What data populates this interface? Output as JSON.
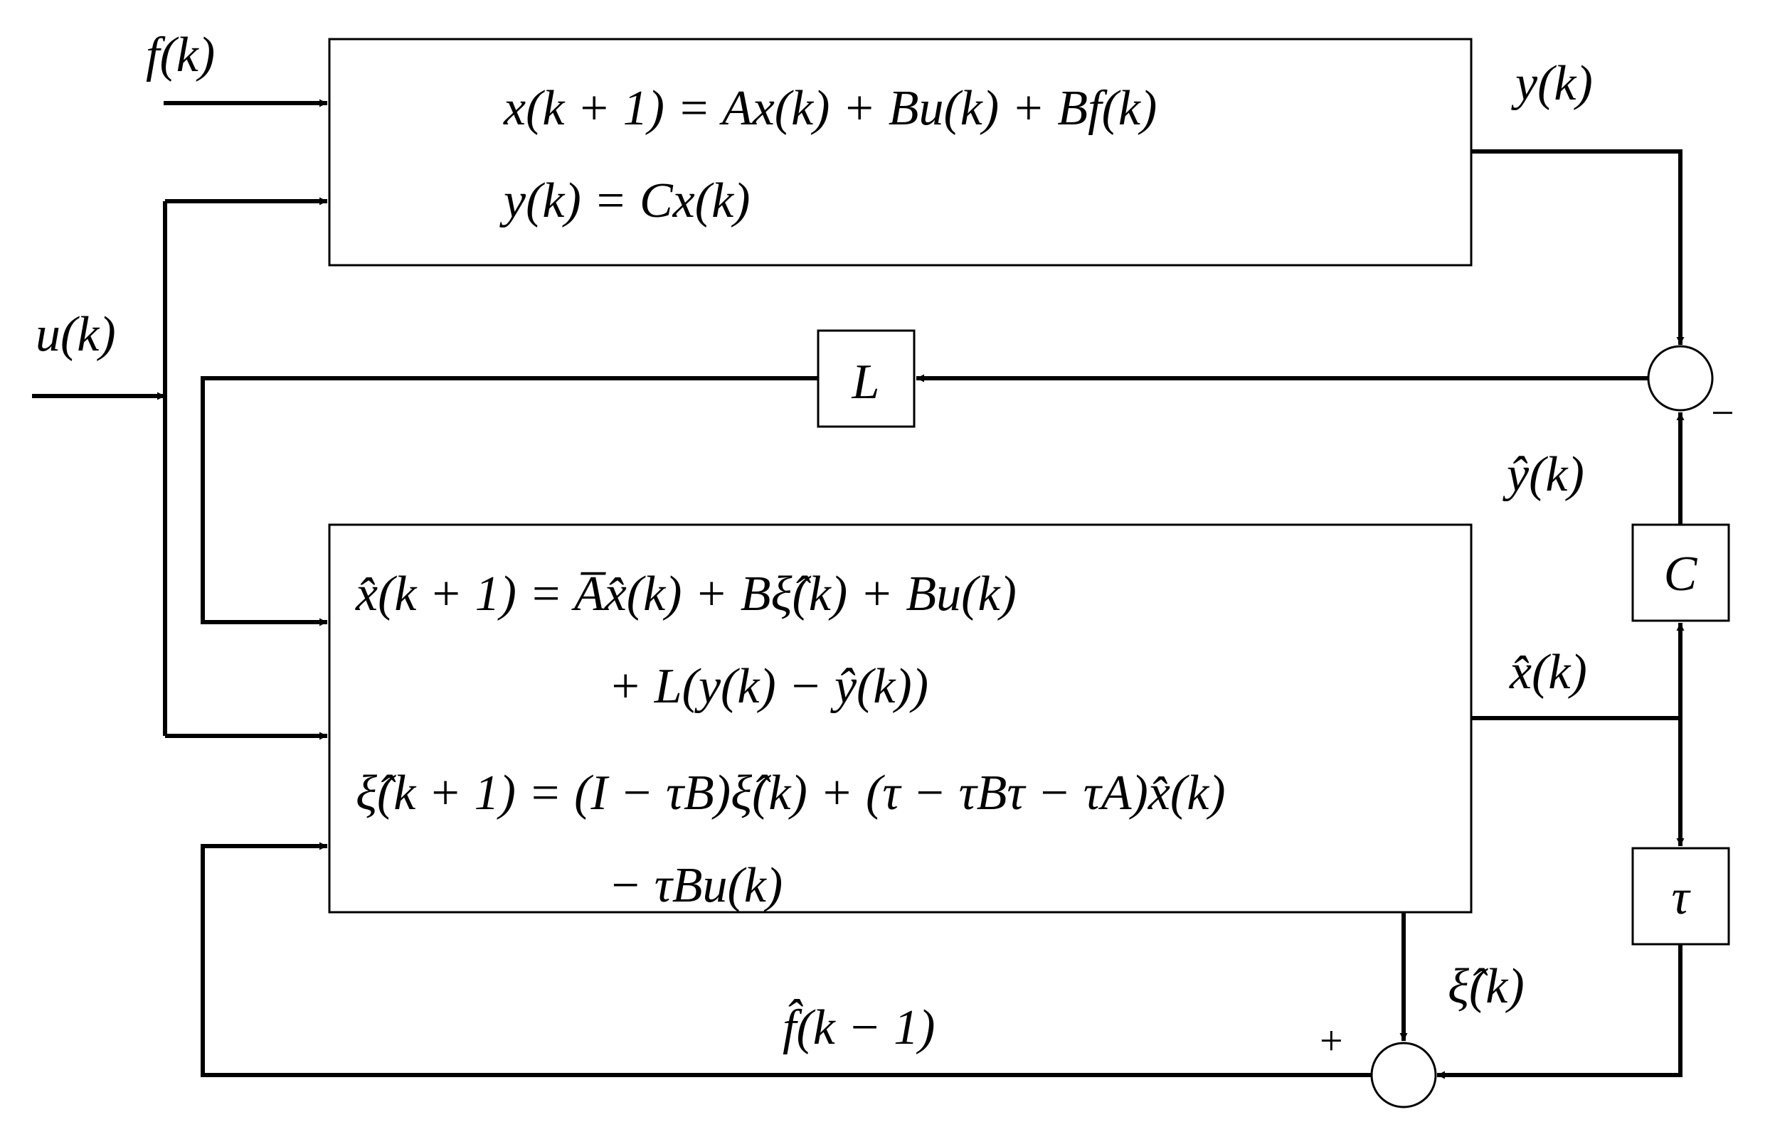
{
  "plant": {
    "eq1": "x(k + 1) = Ax(k) + Bu(k) + Bf(k)",
    "eq2": "y(k) = Cx(k)"
  },
  "observer": {
    "eq1": "x̂(k + 1) = A̅x̂(k) + Bξ̂(k) + Bu(k)",
    "eq2": "+ L(y(k) − ŷ(k))",
    "eq3": "ξ̂(k + 1) = (I − τB)ξ̂(k) + (τ − τBτ − τA)x̂(k)",
    "eq4": "− τBu(k)"
  },
  "blocks": {
    "L": "L",
    "C": "C",
    "tau": "τ"
  },
  "signals": {
    "f": "f(k)",
    "u": "u(k)",
    "y": "y(k)",
    "y_hat": "ŷ(k)",
    "x_hat": "x̂(k)",
    "xi_hat": "ξ̂(k)",
    "f_hat": "f̂(k − 1)"
  },
  "signs": {
    "minus": "−",
    "plus": "+"
  }
}
